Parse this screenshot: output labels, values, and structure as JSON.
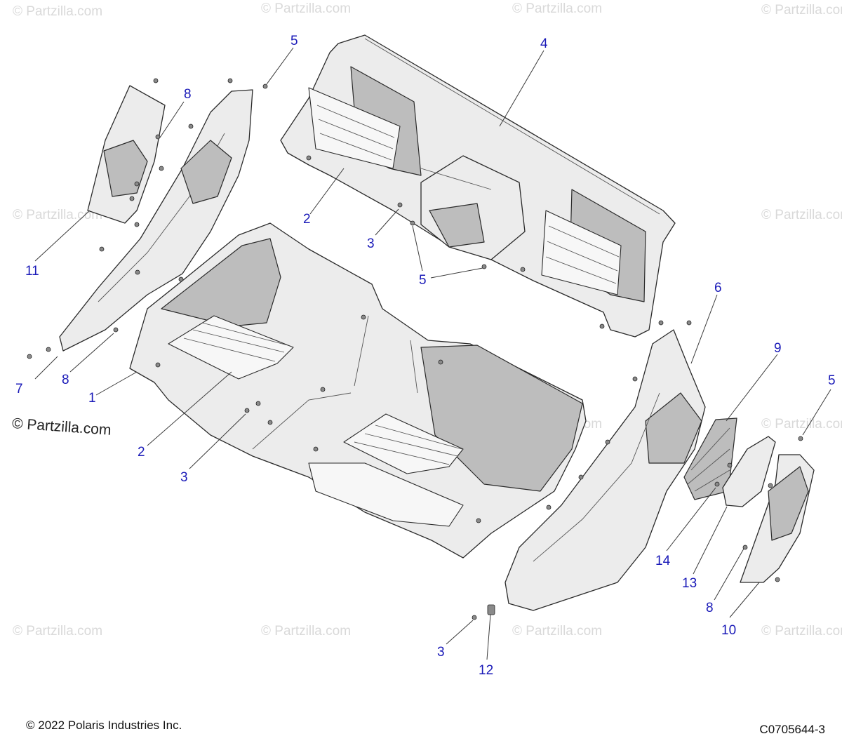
{
  "watermark": "© Partzilla.com",
  "brand_mark": "© Partzilla.com",
  "copyright": "© 2022 Polaris Industries Inc.",
  "figure_code": "C0705644-3",
  "callouts": [
    "1",
    "2",
    "2",
    "2",
    "3",
    "3",
    "3",
    "4",
    "5",
    "5",
    "5",
    "5",
    "6",
    "7",
    "8",
    "8",
    "8",
    "9",
    "10",
    "11",
    "12",
    "13",
    "14"
  ],
  "colors": {
    "callout": "#1a1ab8",
    "line": "#2a2a2a",
    "panel": "#ececec",
    "shade": "#bdbdbd"
  }
}
